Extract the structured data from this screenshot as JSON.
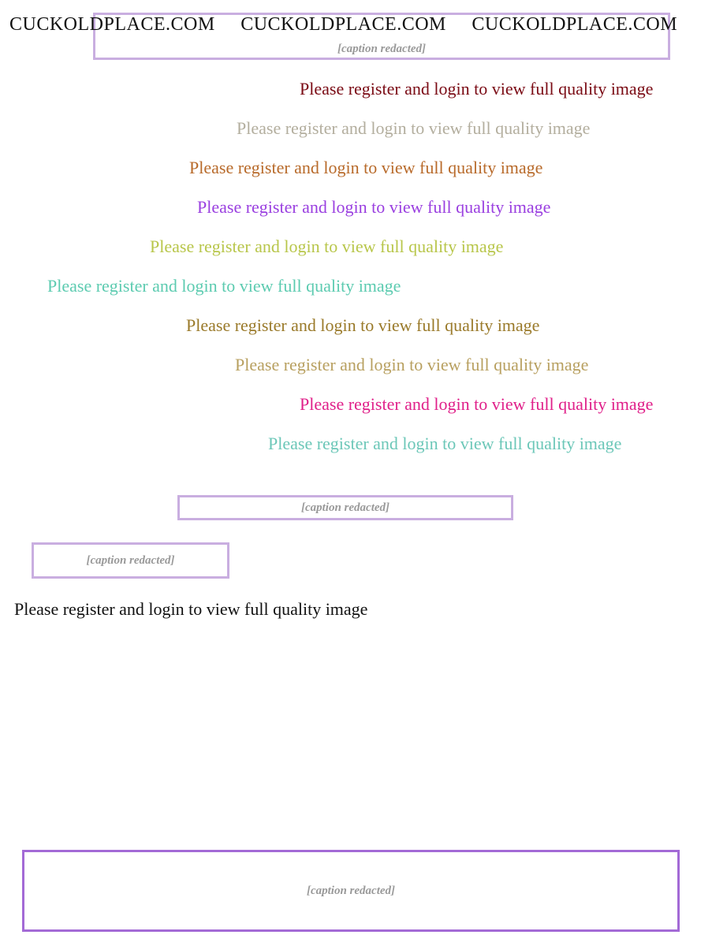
{
  "header": {
    "watermarks": [
      "CUCKOLDPLACE.COM",
      "CUCKOLDPLACE.COM",
      "CUCKOLDPLACE.COM"
    ]
  },
  "captions": {
    "redacted_label": "[caption redacted]"
  },
  "overlay": {
    "text": "Please register and login to view full quality image",
    "colors": [
      "#7a0a14",
      "#b3ae9e",
      "#b86a2a",
      "#9a3fe0",
      "#b8c64a",
      "#5ccbb0",
      "#9a7a2a",
      "#b8a060",
      "#e0208a",
      "#6cc7b8",
      "#111111",
      "#ffffff"
    ]
  }
}
